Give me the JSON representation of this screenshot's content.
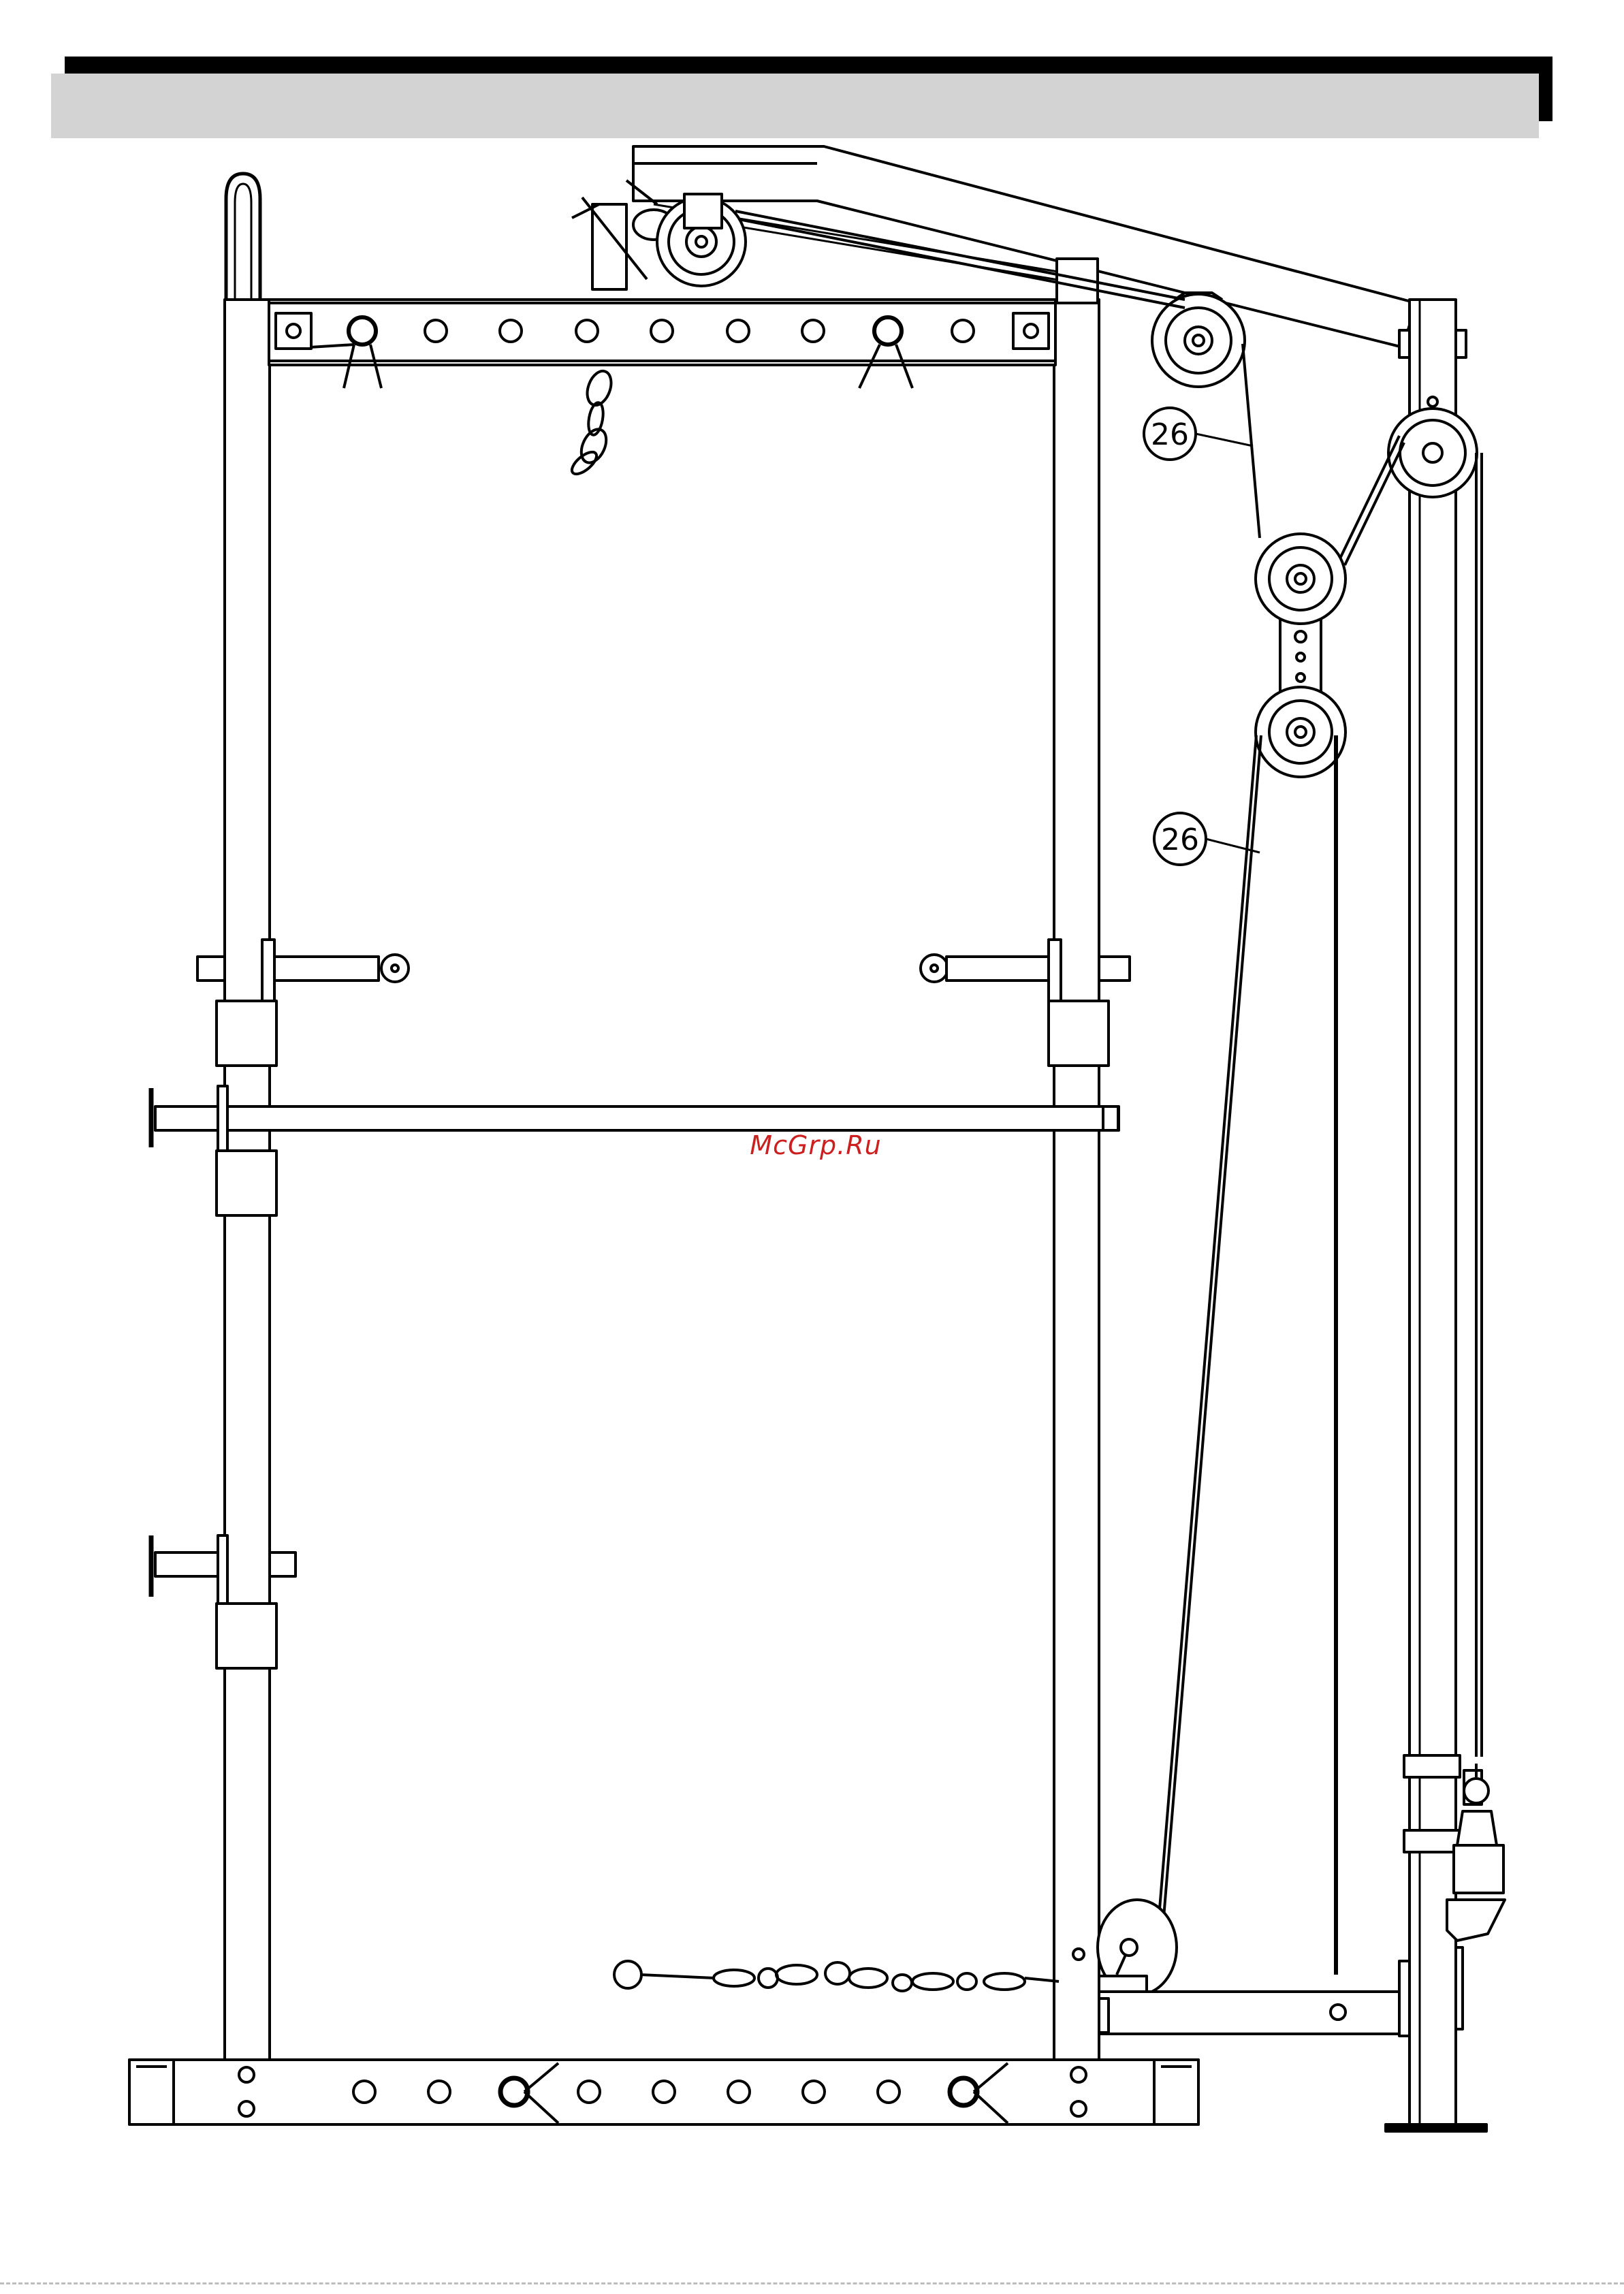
{
  "header": {
    "bar_color": "#000000",
    "band_color": "#d3d3d3"
  },
  "callouts": [
    {
      "label": "26",
      "part": "cable-upper"
    },
    {
      "label": "26",
      "part": "cable-lower"
    }
  ],
  "watermark": {
    "text": "McGrp.Ru",
    "color": "#cc1f1f"
  }
}
